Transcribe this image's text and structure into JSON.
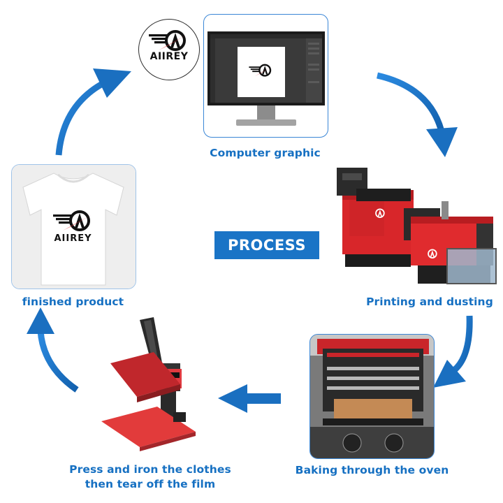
{
  "center_badge": {
    "label": "PROCESS"
  },
  "logo": {
    "brand": "AIIREY"
  },
  "tshirt": {
    "brand": "AIIREY"
  },
  "steps": {
    "computer": {
      "label": "Computer graphic"
    },
    "printing": {
      "label": "Printing and dusting"
    },
    "oven": {
      "label": "Baking through the oven"
    },
    "press": {
      "line1": "Press and iron the clothes",
      "line2": "then tear off the film"
    },
    "finished": {
      "label": "finished product"
    }
  },
  "colors": {
    "accent_blue": "#1670c2",
    "printer_red": "#d8262a",
    "press_red": "#e23b3b"
  },
  "icons": [
    "curved-arrow-icon",
    "straight-arrow-icon",
    "brand-logo-icon"
  ]
}
